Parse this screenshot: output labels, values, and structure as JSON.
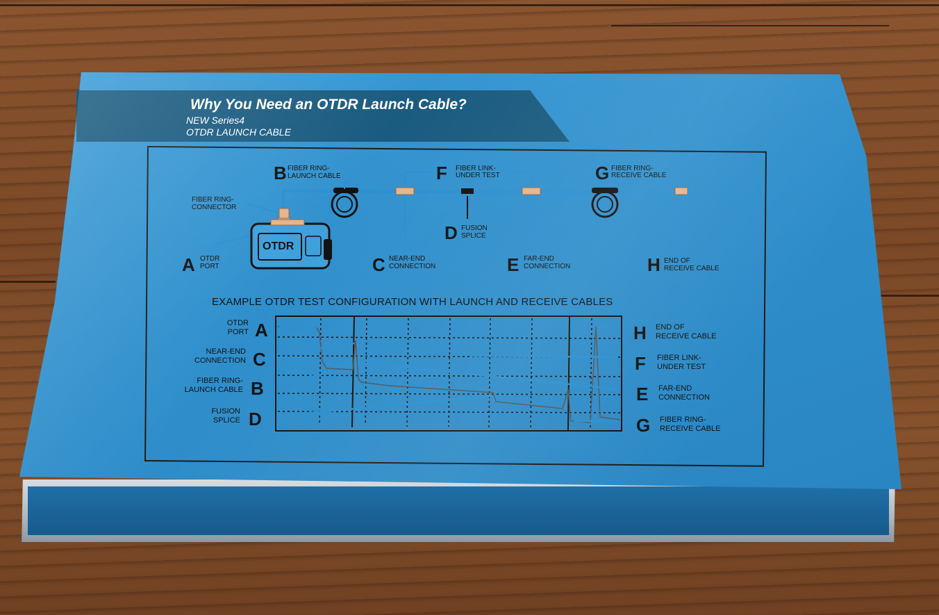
{
  "banner": {
    "title": "Why You Need an OTDR Launch Cable?",
    "line1": "NEW Series4",
    "line2": "OTDR LAUNCH CABLE"
  },
  "diagram": {
    "otdr_label": "OTDR",
    "b_letter": "B",
    "b_text1": "FIBER RING-",
    "b_text2": "LAUNCH CABLE",
    "f_letter": "F",
    "f_text1": "FIBER LINK-",
    "f_text2": "UNDER TEST",
    "g_letter": "G",
    "g_text1": "FIBER RING-",
    "g_text2": "RECEIVE CABLE",
    "connector_text1": "FIBER RING-",
    "connector_text2": "CONNECTOR",
    "d_letter": "D",
    "d_text1": "FUSION",
    "d_text2": "SPLICE",
    "a_letter": "A",
    "a_text1": "OTDR",
    "a_text2": "PORT",
    "c_letter": "C",
    "c_text1": "NEAR-END",
    "c_text2": "CONNECTION",
    "e_letter": "E",
    "e_text1": "FAR-END",
    "e_text2": "CONNECTION",
    "h_letter": "H",
    "h_text1": "END OF",
    "h_text2": "RECEIVE CABLE"
  },
  "example": {
    "title": "EXAMPLE OTDR TEST CONFIGURATION WITH LAUNCH AND RECEIVE CABLES",
    "left": [
      {
        "letter": "A",
        "text1": "OTDR",
        "text2": "PORT"
      },
      {
        "letter": "C",
        "text1": "NEAR-END",
        "text2": "CONNECTION"
      },
      {
        "letter": "B",
        "text1": "FIBER RING-",
        "text2": "LAUNCH CABLE"
      },
      {
        "letter": "D",
        "text1": "FUSION",
        "text2": "SPLICE"
      }
    ],
    "right": [
      {
        "letter": "H",
        "text1": "END OF",
        "text2": "RECEIVE CABLE"
      },
      {
        "letter": "F",
        "text1": "FIBER LINK-",
        "text2": "UNDER TEST"
      },
      {
        "letter": "E",
        "text1": "FAR-END",
        "text2": "CONNECTION"
      },
      {
        "letter": "G",
        "text1": "FIBER RING-",
        "text2": "RECEIVE CABLE"
      }
    ]
  },
  "colors": {
    "box_blue": "#2f8fcc",
    "banner_dark": "#1a5b80",
    "fiber_blue": "#2b8fd0",
    "connector_tan": "#e6b48a"
  }
}
